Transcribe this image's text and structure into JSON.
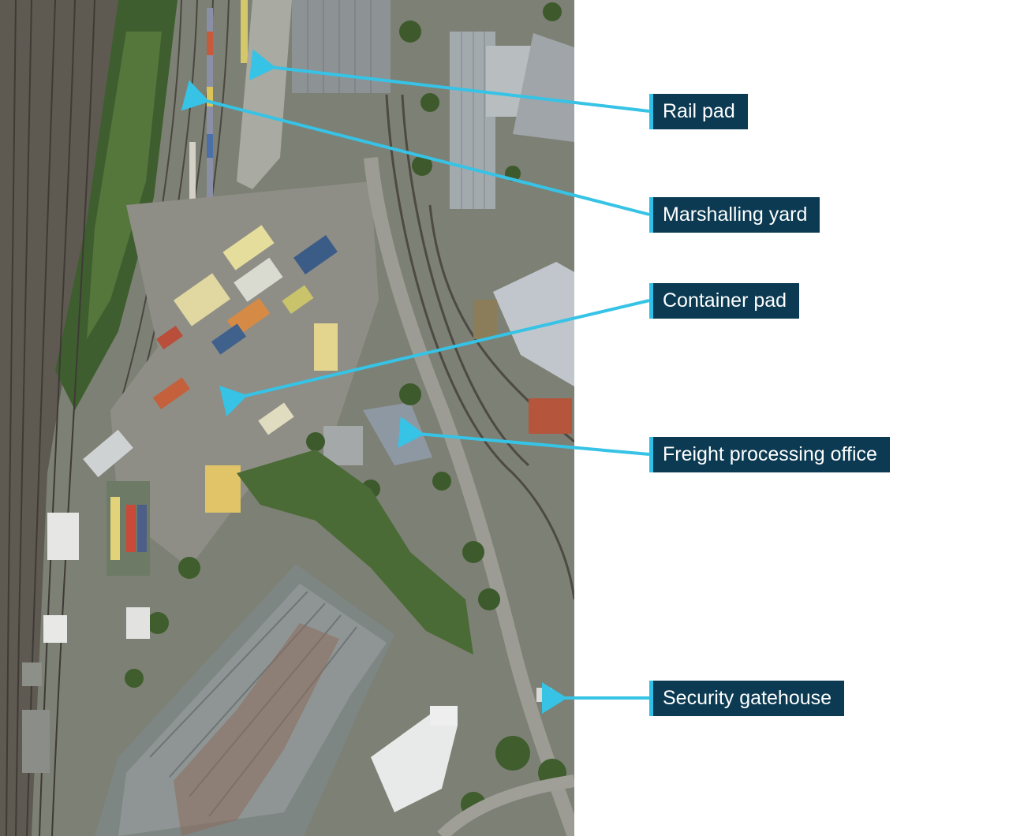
{
  "colors": {
    "label_bg": "#0b3a52",
    "label_accent": "#2ec0e6",
    "arrow": "#36c3e6"
  },
  "labels": {
    "rail_pad": "Rail pad",
    "marshalling_yard": "Marshalling yard",
    "container_pad": "Container pad",
    "freight_processing_office": "Freight processing office",
    "security_gatehouse": "Security gatehouse"
  }
}
